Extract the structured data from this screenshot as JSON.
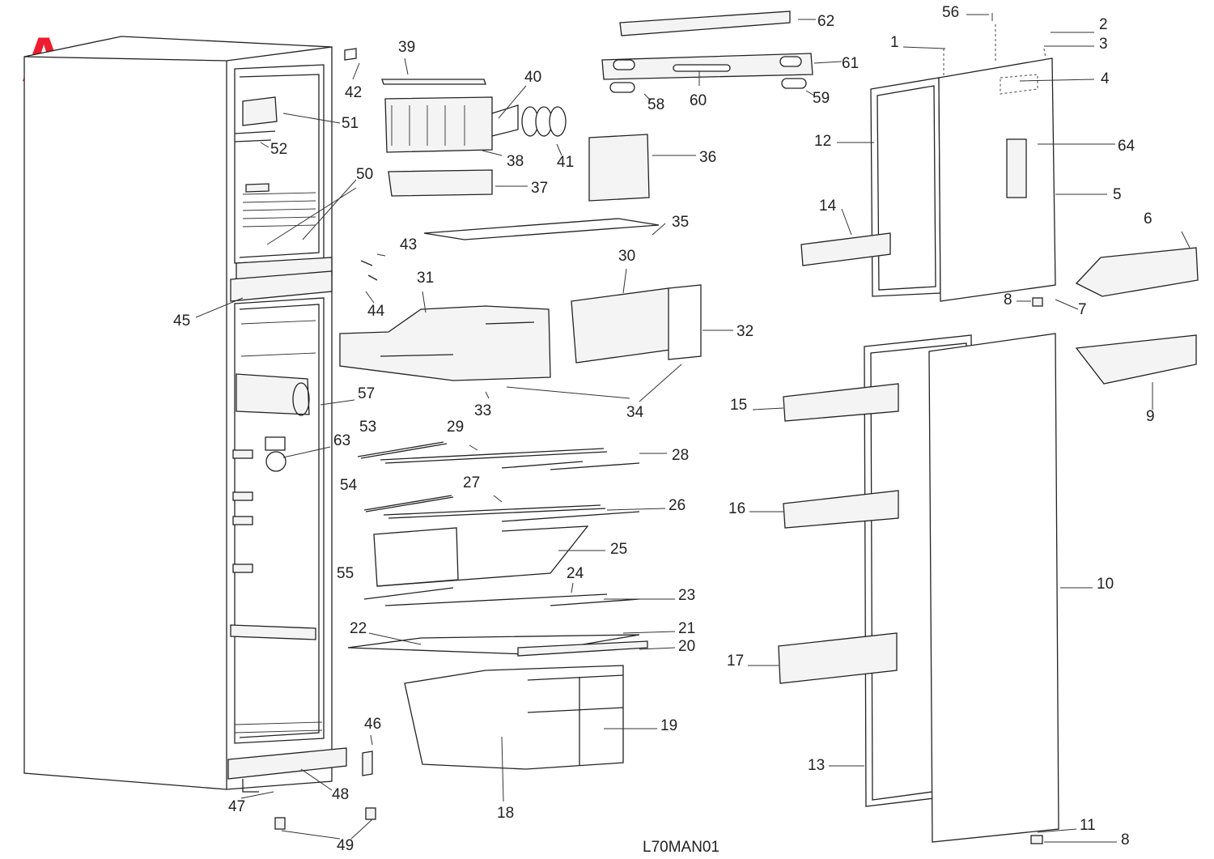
{
  "brand": {
    "text": "A...",
    "color": "#ee1c2e"
  },
  "drawing_code": "L70MAN01",
  "callouts": [
    "1",
    "2",
    "3",
    "4",
    "5",
    "6",
    "7",
    "8",
    "8",
    "9",
    "10",
    "11",
    "12",
    "13",
    "14",
    "15",
    "16",
    "17",
    "18",
    "19",
    "20",
    "21",
    "22",
    "23",
    "24",
    "25",
    "26",
    "27",
    "28",
    "29",
    "30",
    "31",
    "32",
    "33",
    "34",
    "35",
    "36",
    "37",
    "38",
    "39",
    "40",
    "41",
    "42",
    "43",
    "44",
    "45",
    "46",
    "47",
    "48",
    "49",
    "50",
    "51",
    "52",
    "53",
    "54",
    "55",
    "56",
    "57",
    "58",
    "59",
    "60",
    "61",
    "62",
    "63",
    "64"
  ]
}
